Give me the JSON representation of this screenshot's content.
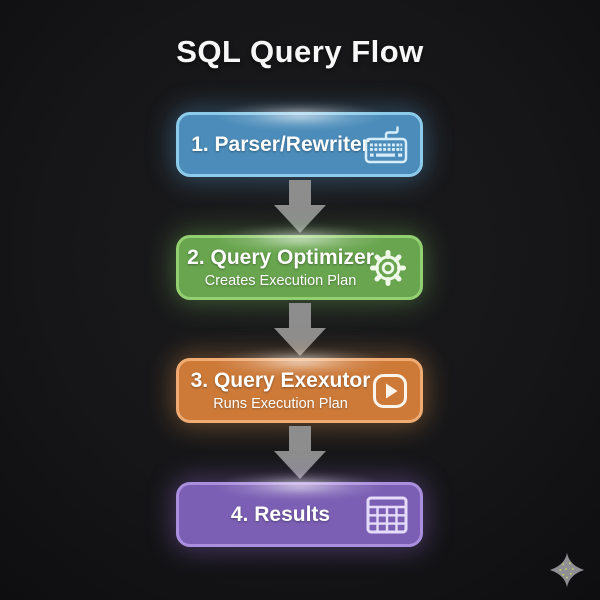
{
  "title": "SQL Query Flow",
  "steps": [
    {
      "label": "1. Parser/Rewriter",
      "sublabel": "",
      "icon": "keyboard",
      "fill": "#4b8cba",
      "border": "#8ccbe9",
      "glow": "rgba(95,165,220,0.38)",
      "icon_color": "#d8edfa"
    },
    {
      "label": "2. Query Optimizer",
      "sublabel": "Creates Execution Plan",
      "icon": "gear",
      "fill": "#68a54e",
      "border": "#92d071",
      "glow": "rgba(125,195,95,0.38)",
      "icon_color": "#f0f8ea"
    },
    {
      "label": "3. Query Exexutor",
      "sublabel": "Runs Execution Plan",
      "icon": "play",
      "fill": "#cd7a39",
      "border": "#f0ab72",
      "glow": "rgba(235,155,75,0.38)",
      "icon_color": "#fdf4ec"
    },
    {
      "label": "4. Results",
      "sublabel": "",
      "icon": "table",
      "fill": "#7b5fb4",
      "border": "#ab8fdf",
      "glow": "rgba(155,115,225,0.38)",
      "icon_color": "#e6dcf9"
    }
  ],
  "arrow": {
    "color": "#8d8d8d"
  },
  "watermark": {
    "icon": "sparkle",
    "color": "#97979b",
    "dot_color": "#c9d96e"
  }
}
